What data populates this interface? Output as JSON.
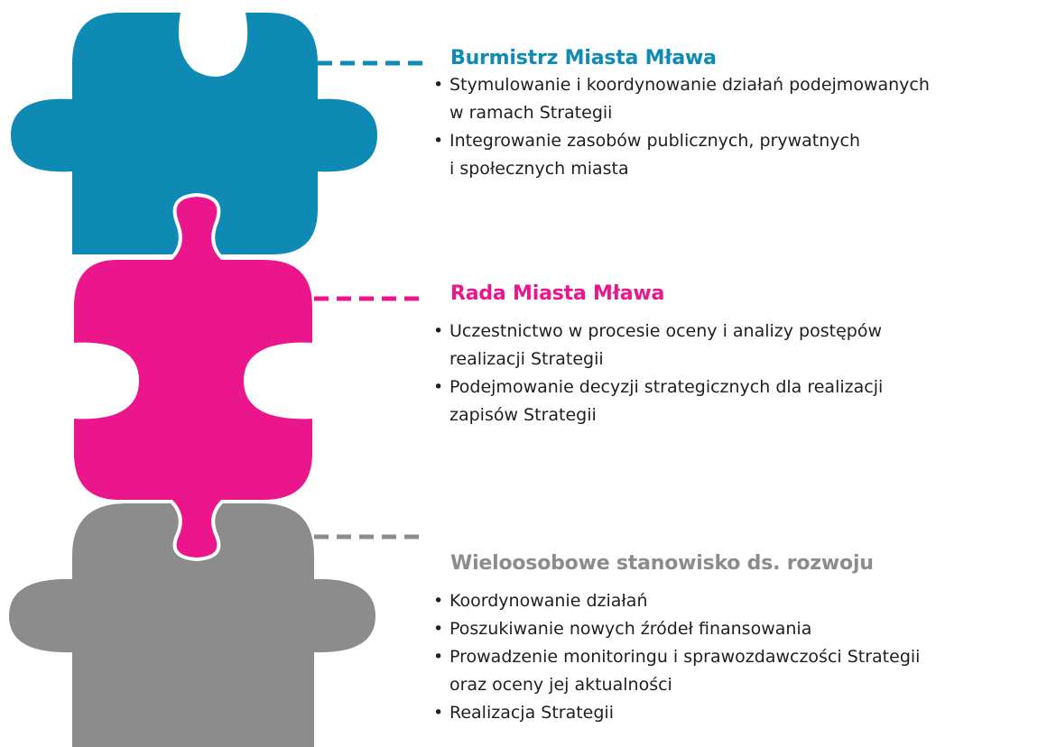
{
  "colors": {
    "blue": "#0e8ab4",
    "pink": "#ec168c",
    "gray": "#8c8c8c",
    "text": "#1f1f1f"
  },
  "sections": [
    {
      "title": "Burmistrz Miasta Mława",
      "bullets": [
        "Stymulowanie i koordynowanie działań podejmowanych",
        "w ramach Strategii",
        "Integrowanie zasobów publicznych, prywatnych",
        "i społecznych miasta"
      ]
    },
    {
      "title": "Rada Miasta Mława",
      "bullets": [
        "Uczestnictwo w procesie oceny i analizy postępów",
        "realizacji Strategii",
        "Podejmowanie decyzji strategicznych dla realizacji",
        "zapisów Strategii"
      ]
    },
    {
      "title": "Wieloosobowe stanowisko ds. rozwoju",
      "bullets": [
        "Koordynowanie działań",
        "Poszukiwanie nowych źródeł finansowania",
        "Prowadzenie monitoringu i sprawozdawczości Strategii",
        "oraz oceny jej aktualności",
        "Realizacja Strategii"
      ]
    }
  ]
}
